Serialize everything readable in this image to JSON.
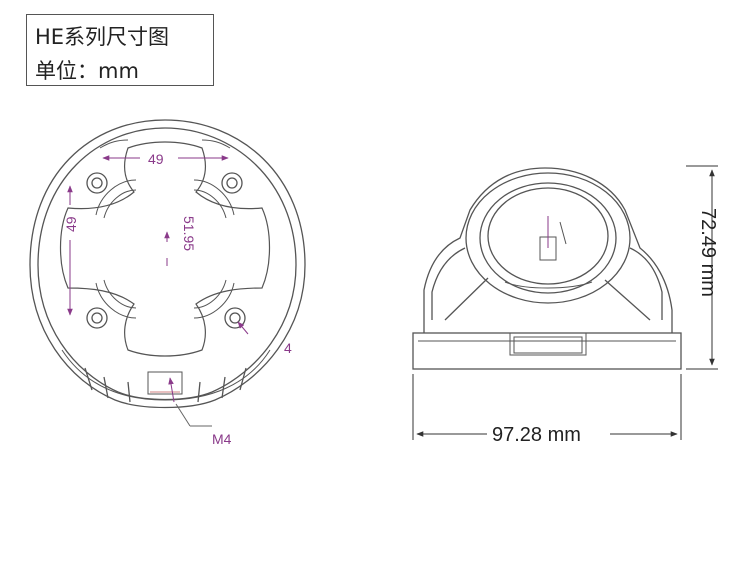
{
  "title": {
    "line1": "HE系列尺寸图",
    "line2": "单位：mm"
  },
  "bottom_view": {
    "dim_width": "49",
    "dim_height": "49",
    "dim_center": "51.95",
    "dim_screw": "4",
    "thread_label": "M4"
  },
  "side_view": {
    "height_label": "72.49 mm",
    "width_label": "97.28 mm"
  },
  "colors": {
    "line": "#555555",
    "dimension_purple": "#8a3a8a",
    "dimension_black": "#222222"
  }
}
